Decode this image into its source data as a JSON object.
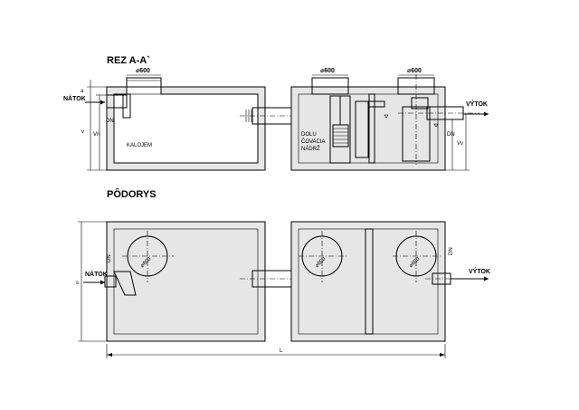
{
  "section_title": "REZ  A-A`",
  "plan_title": "PÔDORYS",
  "labels": {
    "inlet": "NÁTOK",
    "outlet": "VÝTOK",
    "sludge": "KALOJEM",
    "dosing1": "DOLU",
    "dosing2": "ČOVACIA",
    "dosing3": "NÁDRŽ",
    "manhole": "⌀600",
    "dn": "DN",
    "dim_a": "a",
    "dim_v": "v",
    "dim_vn": "Vn",
    "dim_vv": "Vv",
    "dim_s": "s",
    "dim_L": "L"
  }
}
